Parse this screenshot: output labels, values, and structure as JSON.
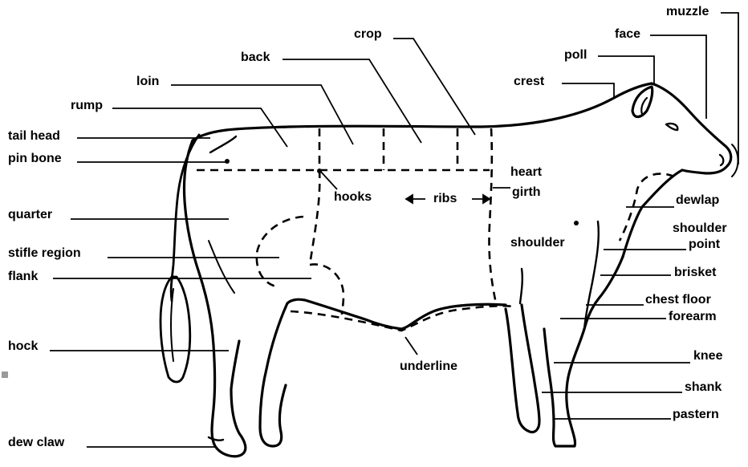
{
  "labels": {
    "muzzle": "muzzle",
    "face": "face",
    "poll": "poll",
    "crop": "crop",
    "crest": "crest",
    "back": "back",
    "loin": "loin",
    "rump": "rump",
    "tail_head": "tail head",
    "pin_bone": "pin bone",
    "heart": "heart",
    "girth": "girth",
    "hooks": "hooks",
    "ribs": "ribs",
    "dewlap": "dewlap",
    "quarter": "quarter",
    "shoulder_point_1": "shoulder",
    "shoulder_point_2": "point",
    "shoulder": "shoulder",
    "stifle_region": "stifle region",
    "brisket": "brisket",
    "flank": "flank",
    "chest_floor": "chest floor",
    "forearm": "forearm",
    "hock": "hock",
    "knee": "knee",
    "underline": "underline",
    "shank": "shank",
    "pastern": "pastern",
    "dew_claw": "dew claw"
  },
  "colors": {
    "ink": "#000000",
    "marker": "#9a9a9a"
  }
}
